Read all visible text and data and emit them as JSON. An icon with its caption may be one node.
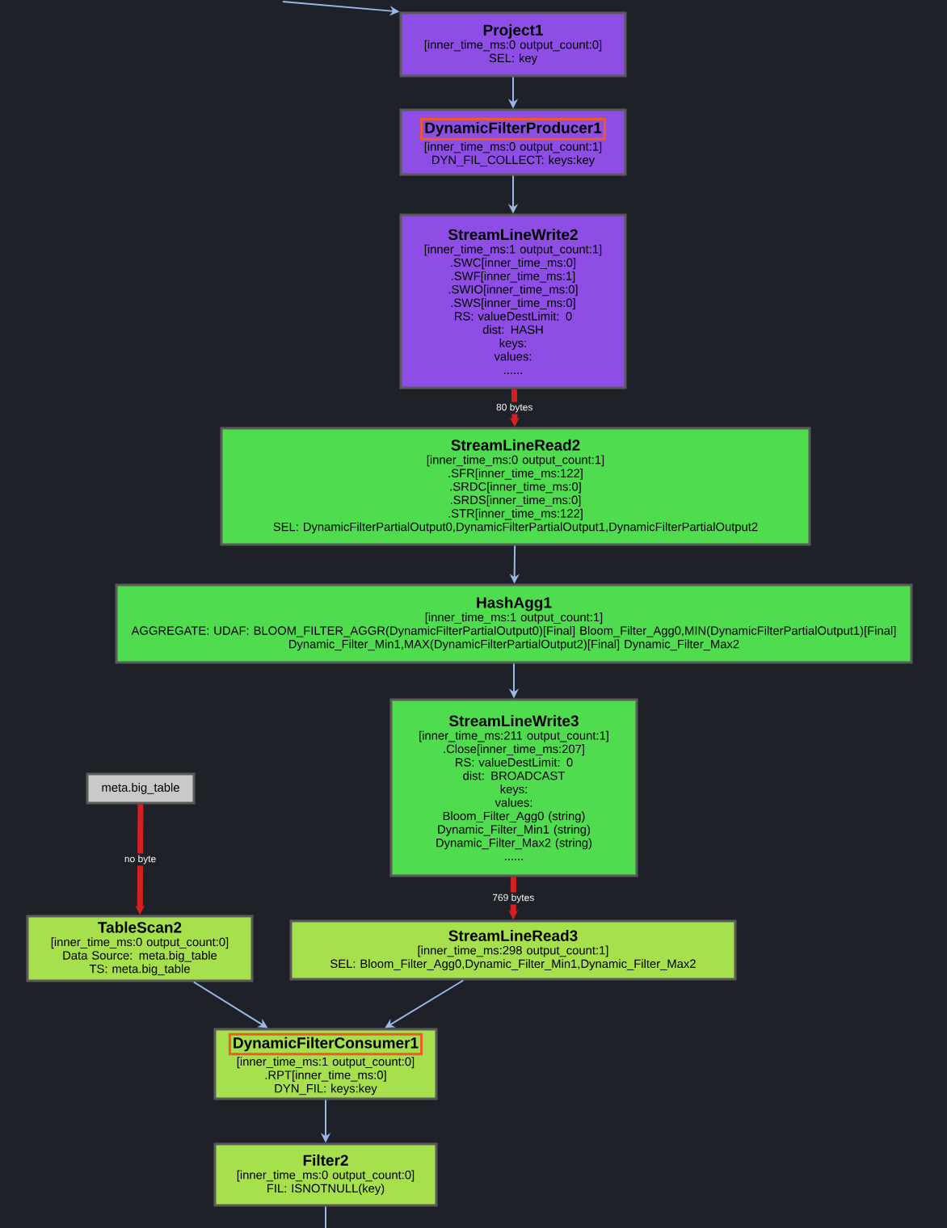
{
  "diagram": {
    "nodes": [
      {
        "text": [
          "Project1",
          "[inner_time_ms:0 output_count:0]",
          "SEL: key"
        ]
      },
      {
        "text": [
          "DynamicFilterProducer1",
          "[inner_time_ms:0 output_count:1]",
          "DYN_FIL_COLLECT: keys:key"
        ]
      },
      {
        "text": [
          "StreamLineWrite2",
          "[inner_time_ms:1 output_count:1]",
          ".SWC[inner_time_ms:0]",
          ".SWF[inner_time_ms:1]",
          ".SWIO[inner_time_ms:0]",
          ".SWS[inner_time_ms:0]",
          "RS: valueDestLimit: 0",
          "dist: HASH",
          "keys:",
          "values:",
          "......"
        ]
      },
      {
        "text": [
          "StreamLineRead2",
          "[inner_time_ms:0 output_count:1]",
          ".SFR[inner_time_ms:122]",
          ".SRDC[inner_time_ms:0]",
          ".SRDS[inner_time_ms:0]",
          ".STR[inner_time_ms:122]",
          "SEL: DynamicFilterPartialOutput0,DynamicFilterPartialOutput1,DynamicFilterPartialOutput2"
        ]
      },
      {
        "text": [
          "HashAgg1",
          "[inner_time_ms:1 output_count:1]",
          "AGGREGATE: UDAF: BLOOM_FILTER_AGGR(DynamicFilterPartialOutput0)[Final] Bloom_Filter_Agg0,MIN(DynamicFilterPartialOutput1)[Final] Dynamic_Filter_Min1,MAX(DynamicFilterPartialOutput2)[Final] Dynamic_Filter_Max2"
        ]
      },
      {
        "text": [
          "StreamLineWrite3",
          "[inner_time_ms:211 output_count:1]",
          ".Close[inner_time_ms:207]",
          "RS: valueDestLimit: 0",
          "dist: BROADCAST",
          "keys:",
          "values:",
          "Bloom_Filter_Agg0 (string)",
          "Dynamic_Filter_Min1 (string)",
          "Dynamic_Filter_Max2 (string)",
          "......"
        ]
      },
      {
        "text": [
          "StreamLineRead3",
          "[inner_time_ms:298 output_count:1]",
          "SEL: Bloom_Filter_Agg0,Dynamic_Filter_Min1,Dynamic_Filter_Max2"
        ]
      },
      {
        "text": [
          "meta.big_table"
        ]
      },
      {
        "text": [
          "TableScan2",
          "[inner_time_ms:0 output_count:0]",
          "Data Source: meta.big_table",
          "TS: meta.big_table"
        ]
      },
      {
        "text": [
          "DynamicFilterConsumer1",
          "[inner_time_ms:1 output_count:0]",
          ".RPT[inner_time_ms:0]",
          "DYN_FIL: keys:key"
        ]
      },
      {
        "text": [
          "Filter2",
          "[inner_time_ms:0 output_count:0]",
          "FIL: ISNOTNULL(key)"
        ]
      }
    ],
    "edges": [
      {
        "from": null,
        "to": 0,
        "arrow": "to"
      },
      {
        "from": 0,
        "to": 1,
        "arrow": "to"
      },
      {
        "from": 1,
        "to": 2,
        "arrow": "to"
      },
      {
        "from": 2,
        "to": 3,
        "arrow": "to",
        "label": "80 bytes",
        "style": "thick",
        "color": "#d42020"
      },
      {
        "from": 3,
        "to": 4,
        "arrow": "to"
      },
      {
        "from": 4,
        "to": 5,
        "arrow": "to"
      },
      {
        "from": 5,
        "to": 6,
        "arrow": "to",
        "label": "769 bytes",
        "style": "thick",
        "color": "#d42020"
      },
      {
        "from": 7,
        "to": 8,
        "arrow": "to",
        "label": "no byte",
        "style": "thick",
        "color": "#d42020"
      },
      {
        "from": 8,
        "to": 9,
        "arrow": "to"
      },
      {
        "from": 6,
        "to": 9,
        "arrow": "to"
      },
      {
        "from": 9,
        "to": 10,
        "arrow": "to"
      },
      {
        "from": 10,
        "to": null,
        "arrow": "none"
      }
    ]
  }
}
